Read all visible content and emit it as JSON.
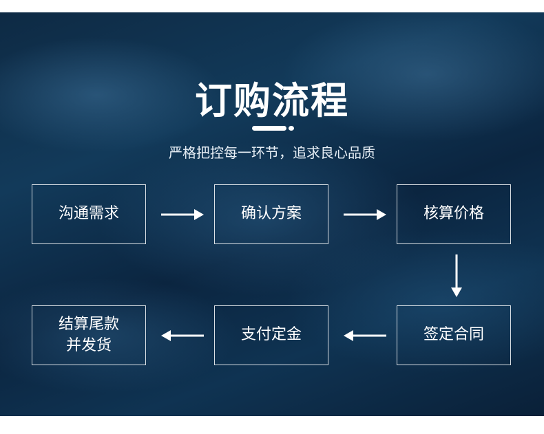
{
  "title": "订购流程",
  "subtitle": "严格把控每一环节，追求良心品质",
  "steps": [
    {
      "line1": "沟通需求",
      "line2": ""
    },
    {
      "line1": "确认方案",
      "line2": ""
    },
    {
      "line1": "核算价格",
      "line2": ""
    },
    {
      "line1": "签定合同",
      "line2": ""
    },
    {
      "line1": "支付定金",
      "line2": ""
    },
    {
      "line1": "结算尾款",
      "line2": "并发货"
    }
  ],
  "colors": {
    "background": "#0e2a44",
    "text": "#ffffff",
    "border": "#ffffff"
  }
}
